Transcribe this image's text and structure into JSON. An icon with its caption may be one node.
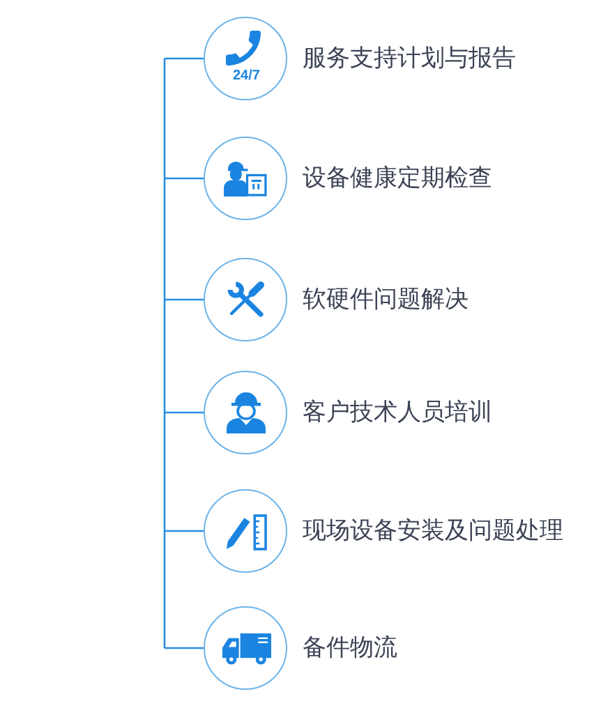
{
  "diagram": {
    "nodes": [
      {
        "text": [
          "24/7",
          "服务支持计划与报告"
        ]
      },
      {
        "text": [
          "设备健康定期检查"
        ]
      },
      {
        "text": [
          "软硬件问题解决"
        ]
      },
      {
        "text": [
          "客户技术人员培训"
        ]
      },
      {
        "text": [
          "现场设备安装及问题处理"
        ]
      },
      {
        "text": [
          "备件物流"
        ]
      }
    ],
    "edges": [
      {
        "from": null,
        "to": 0,
        "arrow": "none"
      },
      {
        "from": null,
        "to": 1,
        "arrow": "none"
      },
      {
        "from": null,
        "to": 2,
        "arrow": "none"
      },
      {
        "from": null,
        "to": 3,
        "arrow": "none"
      },
      {
        "from": null,
        "to": 4,
        "arrow": "none"
      },
      {
        "from": null,
        "to": 5,
        "arrow": "none"
      }
    ]
  }
}
